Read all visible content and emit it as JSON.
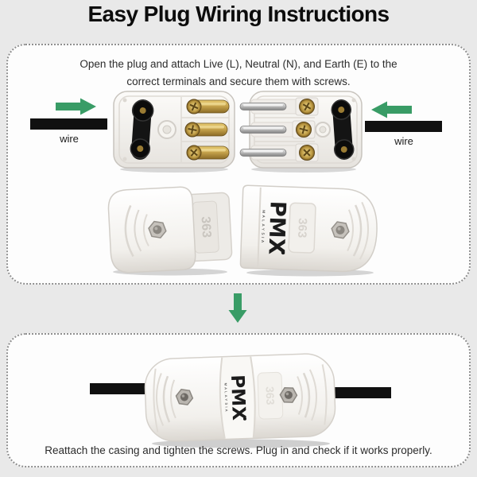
{
  "page": {
    "title": "Easy Plug Wiring Instructions"
  },
  "colors": {
    "background": "#e9e9e9",
    "panel_bg": "#fdfdfd",
    "dot_border": "#8f8f8f",
    "accent_green": "#399c66",
    "wire_black": "#101010",
    "brass": "#bd9a43",
    "logo_black": "#1c1c1c"
  },
  "step1": {
    "instruction_line1": "Open the plug and attach Live (L), Neutral (N), and Earth (E) to the",
    "instruction_line2": "correct terminals and secure them with screws.",
    "wire_labels": {
      "left": "wire",
      "right": "wire"
    }
  },
  "step2": {
    "instruction": "Reattach the casing and tighten the screws. Plug in and check if it works properly."
  },
  "brand": {
    "logo": "PMX",
    "logo_sub": "MALAYSIA",
    "model": "363"
  }
}
